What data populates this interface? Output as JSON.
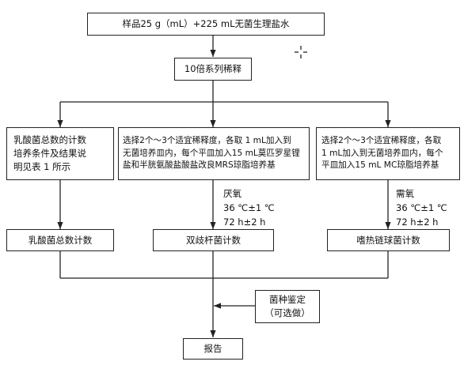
{
  "diagram": {
    "sample_box": "样品25 g（mL）+225 mL无菌生理盐水",
    "dilution_box": "10倍系列稀释",
    "total_method_box": "乳酸菌总数的计数\n培养条件及结果说\n明见表 1 所示",
    "bifido_method_box": "选择2个～3个适宜稀释度，各取 1 mL加入到\n无菌培养皿内，每个平皿加入15 mL莫匹罗星锂\n盐和半胱氨酸盐酸盐改良MRS琼脂培养基",
    "strep_method_box": "选择2个～3个适宜稀释度，各取\n1 mL加入到无菌培养皿内，每个\n平皿加入15 mL MC琼脂培养基",
    "bifido_conditions": "厌氧\n36 ℃±1 ℃\n72 h±2 h",
    "strep_conditions": "需氧\n36 ℃±1 ℃\n72 h±2 h",
    "total_count_box": "乳酸菌总数计数",
    "bifido_count_box": "双歧杆菌计数",
    "strep_count_box": "嗜热链球菌计数",
    "identification_box": "菌种鉴定\n（可选做）",
    "report_box": "报告"
  }
}
